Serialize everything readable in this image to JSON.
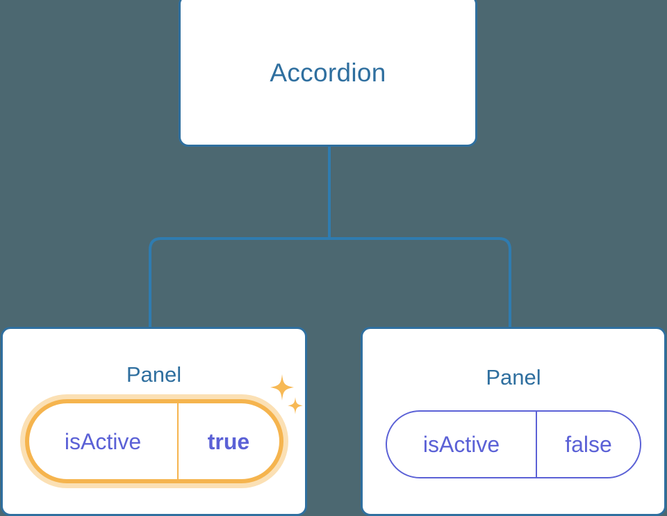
{
  "diagram": {
    "type": "component-tree",
    "background_color": "#4c6871",
    "node_border_color": "#2f6f9f",
    "node_title_color": "#2f6f9f",
    "connector_color": "#2f7cb0",
    "prop_text_color": "#5b61d6",
    "highlight_color": "#f5b44e",
    "highlight_glow_color": "#fbe0b4",
    "nodes": {
      "root": {
        "title": "Accordion"
      },
      "left_panel": {
        "title": "Panel",
        "prop": {
          "key": "isActive",
          "value": "true",
          "highlighted": true
        },
        "sparkle_icons": [
          "sparkle-large",
          "sparkle-small"
        ]
      },
      "right_panel": {
        "title": "Panel",
        "prop": {
          "key": "isActive",
          "value": "false",
          "highlighted": false
        }
      }
    }
  }
}
